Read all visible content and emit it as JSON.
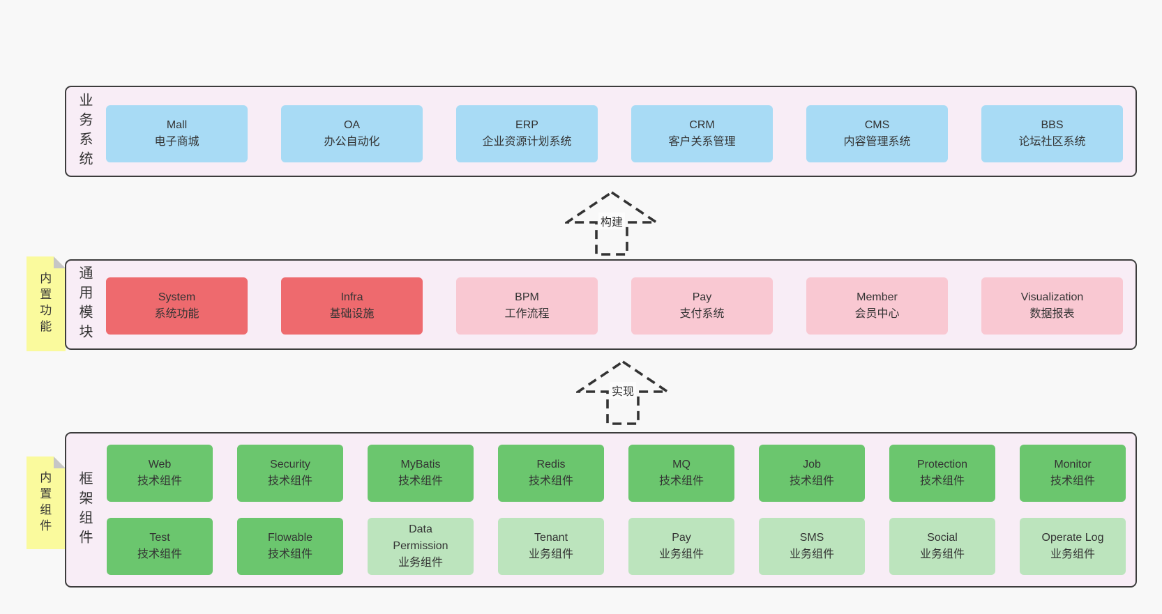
{
  "diagram": {
    "arrows": {
      "build": "构建",
      "implement": "实现"
    },
    "layers": {
      "business": {
        "label": "业务系统",
        "boxes": [
          {
            "title": "Mall",
            "subtitle": "电子商城"
          },
          {
            "title": "OA",
            "subtitle": "办公自动化"
          },
          {
            "title": "ERP",
            "subtitle": "企业资源计划系统"
          },
          {
            "title": "CRM",
            "subtitle": "客户关系管理"
          },
          {
            "title": "CMS",
            "subtitle": "内容管理系统"
          },
          {
            "title": "BBS",
            "subtitle": "论坛社区系统"
          }
        ]
      },
      "modules": {
        "label": "通用模块",
        "tag": "内置功能",
        "boxes": [
          {
            "title": "System",
            "subtitle": "系统功能"
          },
          {
            "title": "Infra",
            "subtitle": "基础设施"
          },
          {
            "title": "BPM",
            "subtitle": "工作流程"
          },
          {
            "title": "Pay",
            "subtitle": "支付系统"
          },
          {
            "title": "Member",
            "subtitle": "会员中心"
          },
          {
            "title": "Visualization",
            "subtitle": "数据报表"
          }
        ]
      },
      "components": {
        "label": "框架组件",
        "tag": "内置组件",
        "row1": [
          {
            "title": "Web",
            "subtitle": "技术组件"
          },
          {
            "title": "Security",
            "subtitle": "技术组件"
          },
          {
            "title": "MyBatis",
            "subtitle": "技术组件"
          },
          {
            "title": "Redis",
            "subtitle": "技术组件"
          },
          {
            "title": "MQ",
            "subtitle": "技术组件"
          },
          {
            "title": "Job",
            "subtitle": "技术组件"
          },
          {
            "title": "Protection",
            "subtitle": "技术组件"
          },
          {
            "title": "Monitor",
            "subtitle": "技术组件"
          }
        ],
        "row2": [
          {
            "title": "Test",
            "subtitle": "技术组件"
          },
          {
            "title": "Flowable",
            "subtitle": "技术组件"
          },
          {
            "title": "Data Permission",
            "subtitle": "业务组件"
          },
          {
            "title": "Tenant",
            "subtitle": "业务组件"
          },
          {
            "title": "Pay",
            "subtitle": "业务组件"
          },
          {
            "title": "SMS",
            "subtitle": "业务组件"
          },
          {
            "title": "Social",
            "subtitle": "业务组件"
          },
          {
            "title": "Operate Log",
            "subtitle": "业务组件"
          }
        ]
      }
    },
    "colors": {
      "page_background": "#f8f8f8",
      "band_fill": "#f8edf6",
      "band_border": "#3c3c3c",
      "business_box": "#a8dbf5",
      "module_core_box": "#ee6a6e",
      "module_optional_box": "#f9c8d2",
      "component_tech_box": "#6bc66e",
      "component_biz_box": "#bce4bd",
      "side_tag": "#fafa9d",
      "side_tag_fold": "#c6c6c6"
    }
  }
}
